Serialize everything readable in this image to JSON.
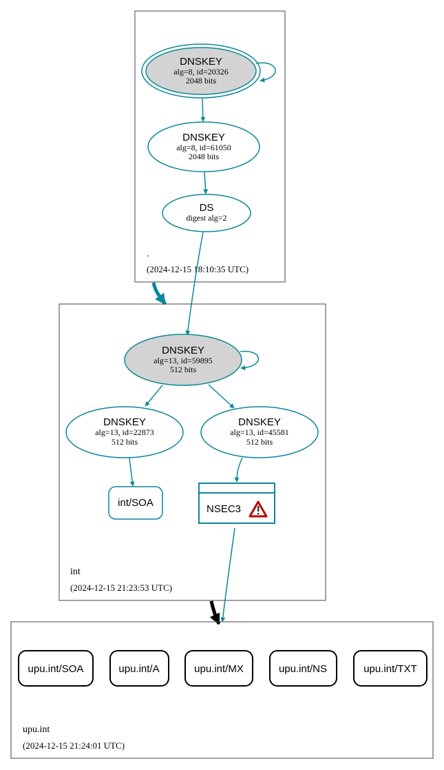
{
  "colors": {
    "edge": "#0a879a",
    "ksk_fill": "#d3d3d3",
    "cluster_border": "#444444",
    "black": "#000000",
    "warning_red": "#c00000"
  },
  "zones": {
    "root": {
      "name": ".",
      "timestamp": "(2024-12-15 18:10:35 UTC)",
      "nodes": {
        "ksk": {
          "title": "DNSKEY",
          "line1": "alg=8, id=20326",
          "line2": "2048 bits"
        },
        "zsk": {
          "title": "DNSKEY",
          "line1": "alg=8, id=61050",
          "line2": "2048 bits"
        },
        "ds": {
          "title": "DS",
          "line1": "digest alg=2"
        }
      }
    },
    "int": {
      "name": "int",
      "timestamp": "(2024-12-15 21:23:53 UTC)",
      "nodes": {
        "ksk": {
          "title": "DNSKEY",
          "line1": "alg=13, id=59895",
          "line2": "512 bits"
        },
        "zsk1": {
          "title": "DNSKEY",
          "line1": "alg=13, id=22873",
          "line2": "512 bits"
        },
        "zsk2": {
          "title": "DNSKEY",
          "line1": "alg=13, id=45581",
          "line2": "512 bits"
        },
        "soa": {
          "label": "int/SOA"
        },
        "nsec3": {
          "label": "NSEC3",
          "icon": "warning-icon"
        }
      }
    },
    "upu": {
      "name": "upu.int",
      "timestamp": "(2024-12-15 21:24:01 UTC)",
      "records": [
        "upu.int/SOA",
        "upu.int/A",
        "upu.int/MX",
        "upu.int/NS",
        "upu.int/TXT"
      ]
    }
  }
}
